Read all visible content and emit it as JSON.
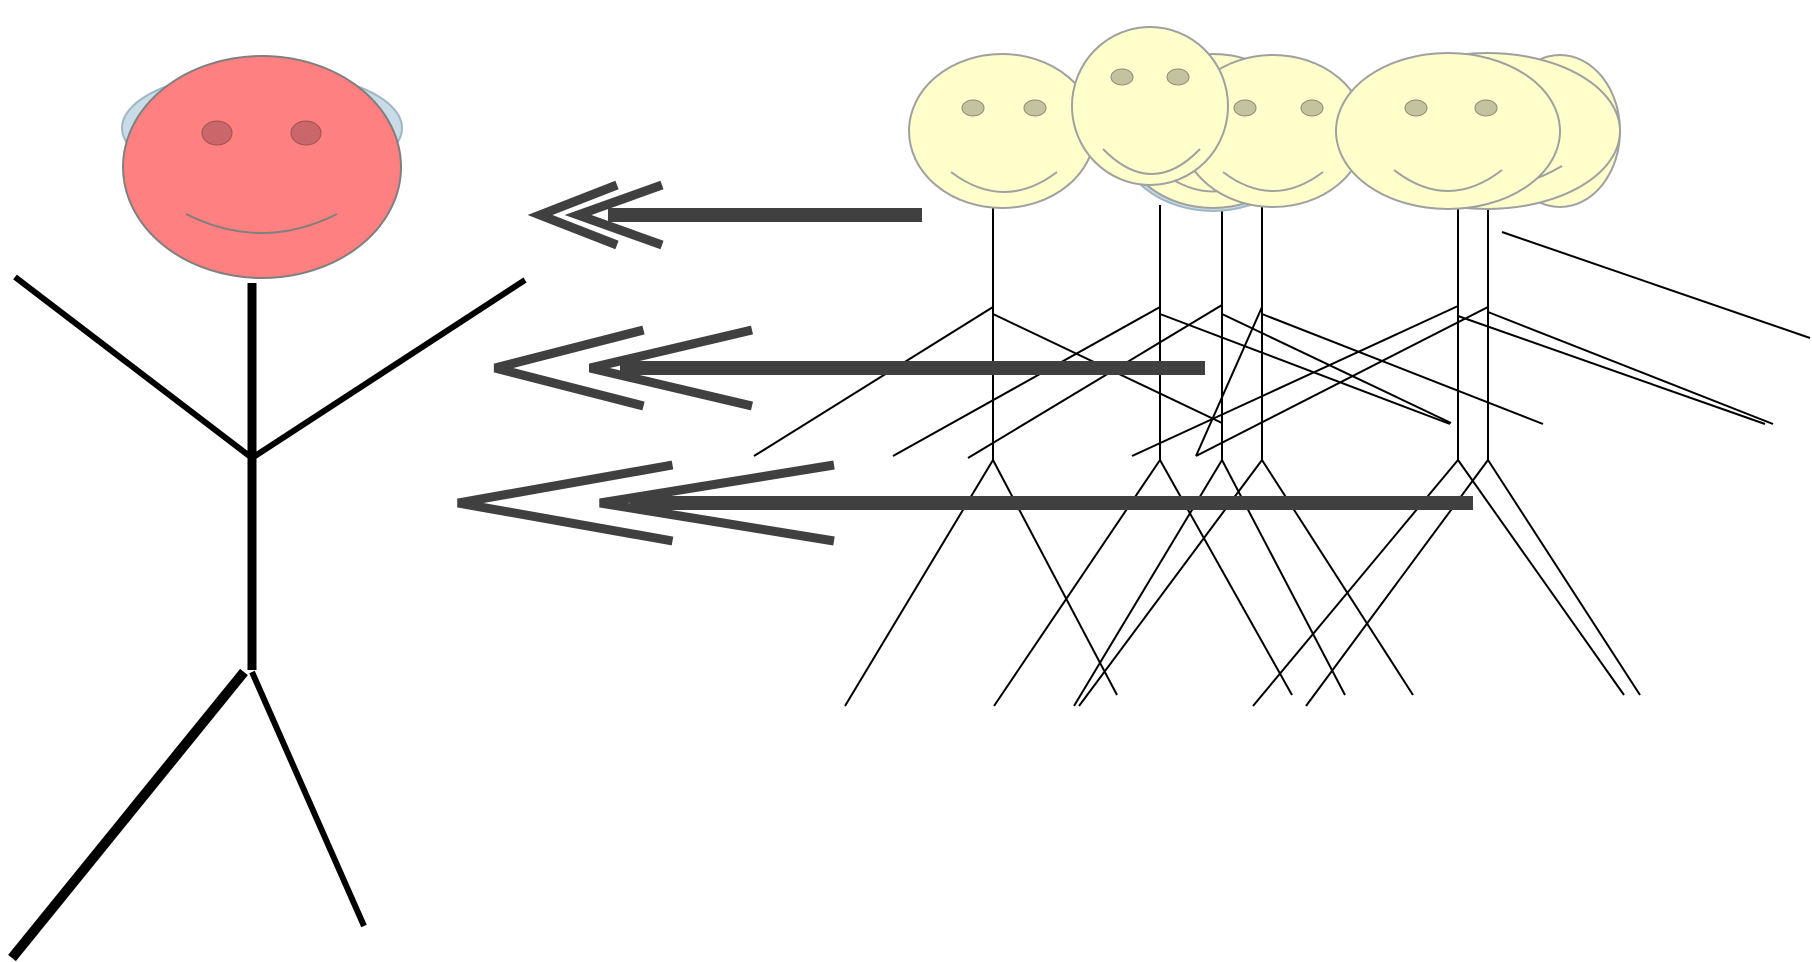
{
  "colors": {
    "background": "#ffffff",
    "main_face_fill": "#ff8080",
    "main_face_stroke": "#7f7f7f",
    "main_eye": "#c9676a",
    "head_halo": "#c8dbe6",
    "crowd_face_fill": "#ffffcc",
    "crowd_face_stroke": "#a0a0a0",
    "crowd_eye": "#c3c3a0",
    "limb": "#000000",
    "arrow": "#404040"
  },
  "icons": {
    "main_figure": "stick-figure",
    "crowd_figure": "stick-figure",
    "arrows": "double-chevron-arrow-left"
  },
  "figures": {
    "main_count": 1,
    "crowd_count": 6
  },
  "arrows": {
    "count": 3,
    "direction": "left"
  }
}
